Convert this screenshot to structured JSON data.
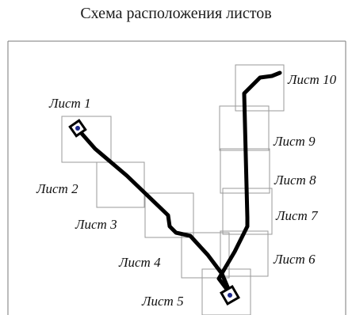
{
  "title": "Схема расположения листов",
  "sheets": [
    {
      "id": "1",
      "label": "Лист 1"
    },
    {
      "id": "2",
      "label": "Лист 2"
    },
    {
      "id": "3",
      "label": "Лист 3"
    },
    {
      "id": "4",
      "label": "Лист 4"
    },
    {
      "id": "5",
      "label": "Лист 5"
    },
    {
      "id": "6",
      "label": "Лист 6"
    },
    {
      "id": "7",
      "label": "Лист 7"
    },
    {
      "id": "8",
      "label": "Лист 8"
    },
    {
      "id": "9",
      "label": "Лист 9"
    },
    {
      "id": "10",
      "label": "Лист 10"
    }
  ],
  "colors": {
    "frame": "#9a9a9a",
    "route": "#000000",
    "marker": "#1e2a8c"
  }
}
